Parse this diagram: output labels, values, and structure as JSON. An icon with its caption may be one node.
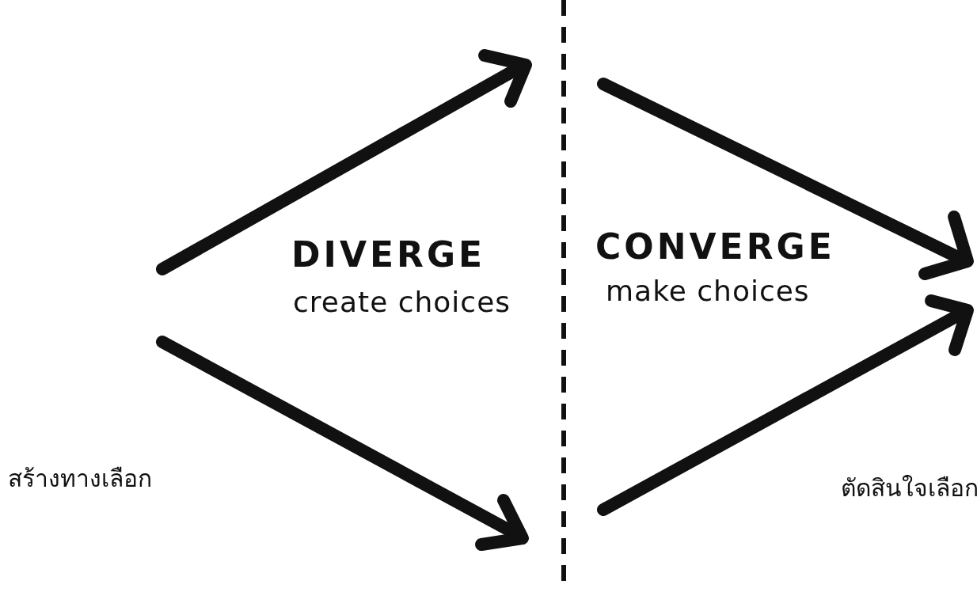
{
  "diagram": {
    "labels": [
      "DIVERGE",
      "create choices",
      "CONVERGE",
      "make choices",
      "สร้างทางเลือก",
      "ตัดสินใจเลือก"
    ]
  }
}
